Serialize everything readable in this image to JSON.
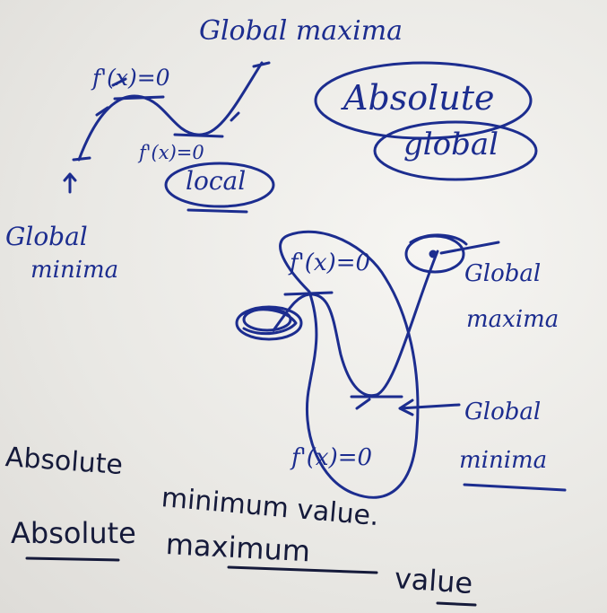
{
  "notes": {
    "top_graph": {
      "global_maxima_label": "Global maxima",
      "derivative_peak_label": "f'(x)=0",
      "derivative_trough_label": "f'(x)=0",
      "local_label": "local",
      "global_minima_line1": "Global",
      "global_minima_line2": "minima"
    },
    "synonyms": {
      "absolute_label": "Absolute",
      "global_label": "global"
    },
    "bottom_graph": {
      "derivative_peak_label": "f'(x)=0",
      "derivative_trough_label": "f'(x)=0",
      "global_maxima_line1": "Global",
      "global_maxima_line2": "maxima",
      "global_minima_line1": "Global",
      "global_minima_line2": "minima"
    },
    "bottom_text": {
      "line1_part1": "Absolute",
      "line1_part2": "minimum value.",
      "line2_part1": "Absolute",
      "line2_part2": "maximum",
      "line2_part3": "value"
    },
    "ink_color": "#1c2d8f"
  }
}
